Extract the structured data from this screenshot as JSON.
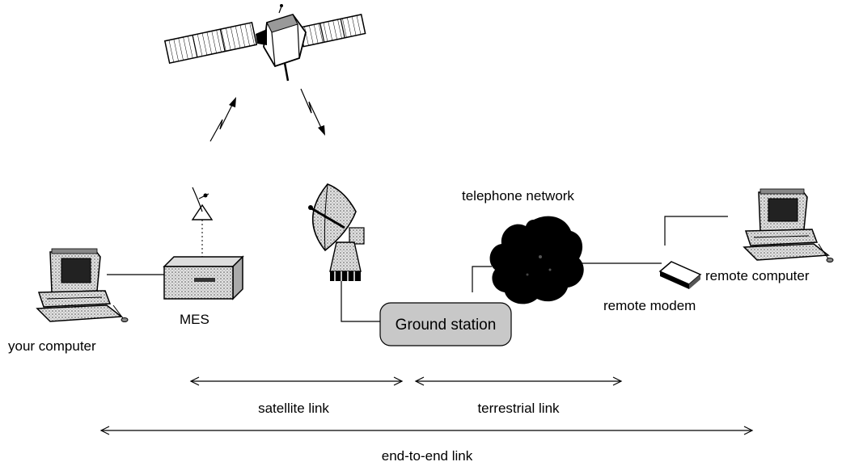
{
  "labels": {
    "telephone_network": "telephone network",
    "mes": "MES",
    "your_computer": "your computer",
    "ground_station": "Ground station",
    "remote_modem": "remote modem",
    "remote_computer": "remote computer"
  },
  "links": {
    "satellite": "satellite link",
    "terrestrial": "terrestrial link",
    "end_to_end": "end-to-end link"
  },
  "icons": [
    "satellite-icon",
    "uplink-arrow-icon",
    "downlink-arrow-icon",
    "small-antenna-icon",
    "dish-antenna-icon",
    "computer-icon",
    "mes-terminal-icon",
    "network-cloud-icon",
    "modem-icon",
    "remote-computer-icon"
  ],
  "colors": {
    "ground_station_fill": "#c8c8c8",
    "ink": "#000000"
  }
}
